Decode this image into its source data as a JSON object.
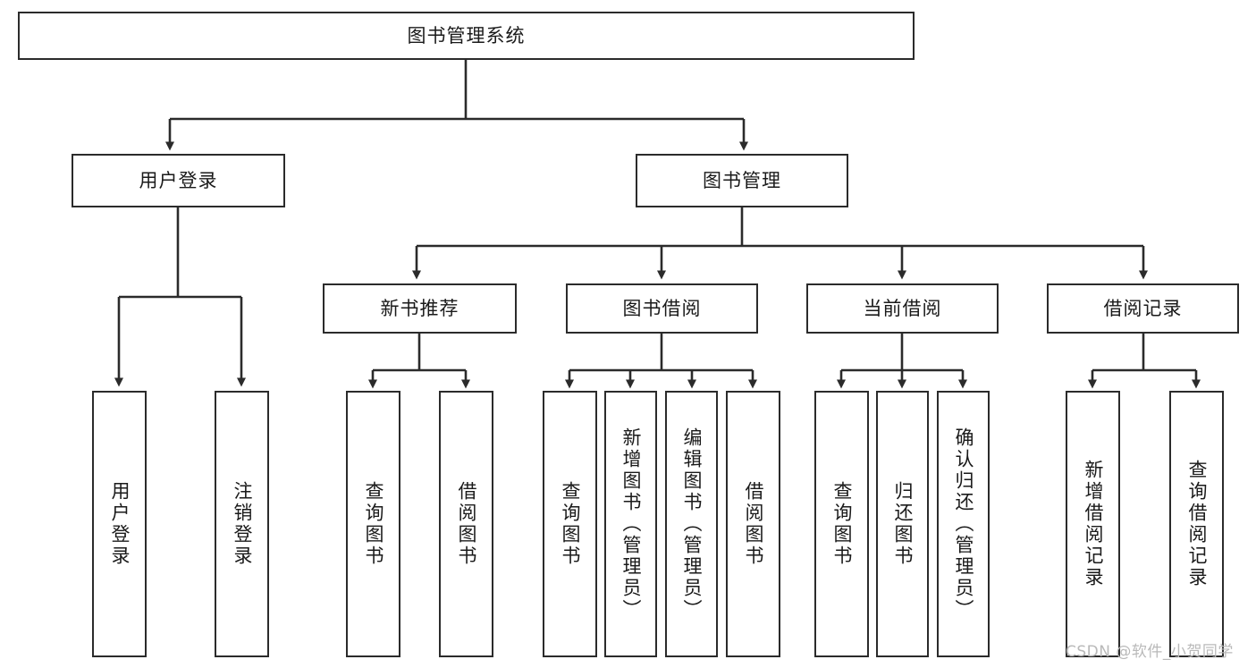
{
  "diagram": {
    "type": "hierarchy-tree",
    "title": "图书管理系统",
    "root": {
      "id": "root",
      "label": "图书管理系统"
    },
    "level1": [
      {
        "id": "user-login",
        "label": "用户登录"
      },
      {
        "id": "book-manage",
        "label": "图书管理"
      }
    ],
    "level2": [
      {
        "id": "new-book-recommend",
        "label": "新书推荐",
        "parent": "book-manage"
      },
      {
        "id": "book-borrow",
        "label": "图书借阅",
        "parent": "book-manage"
      },
      {
        "id": "current-borrow",
        "label": "当前借阅",
        "parent": "book-manage"
      },
      {
        "id": "borrow-record",
        "label": "借阅记录",
        "parent": "book-manage"
      }
    ],
    "leaves": [
      {
        "id": "leaf-user-login",
        "label": "用户登录",
        "parent": "user-login"
      },
      {
        "id": "leaf-user-logout",
        "label": "注销登录",
        "parent": "user-login"
      },
      {
        "id": "leaf-query-book-1",
        "label": "查询图书",
        "parent": "new-book-recommend"
      },
      {
        "id": "leaf-borrow-book-1",
        "label": "借阅图书",
        "parent": "new-book-recommend"
      },
      {
        "id": "leaf-query-book-2",
        "label": "查询图书",
        "parent": "book-borrow"
      },
      {
        "id": "leaf-add-book",
        "label": "新增图书（管理员）",
        "parent": "book-borrow"
      },
      {
        "id": "leaf-edit-book",
        "label": "编辑图书（管理员）",
        "parent": "book-borrow"
      },
      {
        "id": "leaf-borrow-book-2",
        "label": "借阅图书",
        "parent": "book-borrow"
      },
      {
        "id": "leaf-query-book-3",
        "label": "查询图书",
        "parent": "current-borrow"
      },
      {
        "id": "leaf-return-book",
        "label": "归还图书",
        "parent": "current-borrow"
      },
      {
        "id": "leaf-confirm-return",
        "label": "确认归还（管理员）",
        "parent": "current-borrow"
      },
      {
        "id": "leaf-add-record",
        "label": "新增借阅记录",
        "parent": "borrow-record"
      },
      {
        "id": "leaf-query-record",
        "label": "查询借阅记录",
        "parent": "borrow-record"
      }
    ],
    "colors": {
      "background": "#ffffff",
      "box_fill": "#ffffff",
      "box_border": "#2b2b2b",
      "connector": "#2b2b2b",
      "text": "#1a1a1a",
      "watermark": "#b9b9b9"
    }
  },
  "watermark": {
    "text": "CSDN @软件_小贺同学"
  }
}
